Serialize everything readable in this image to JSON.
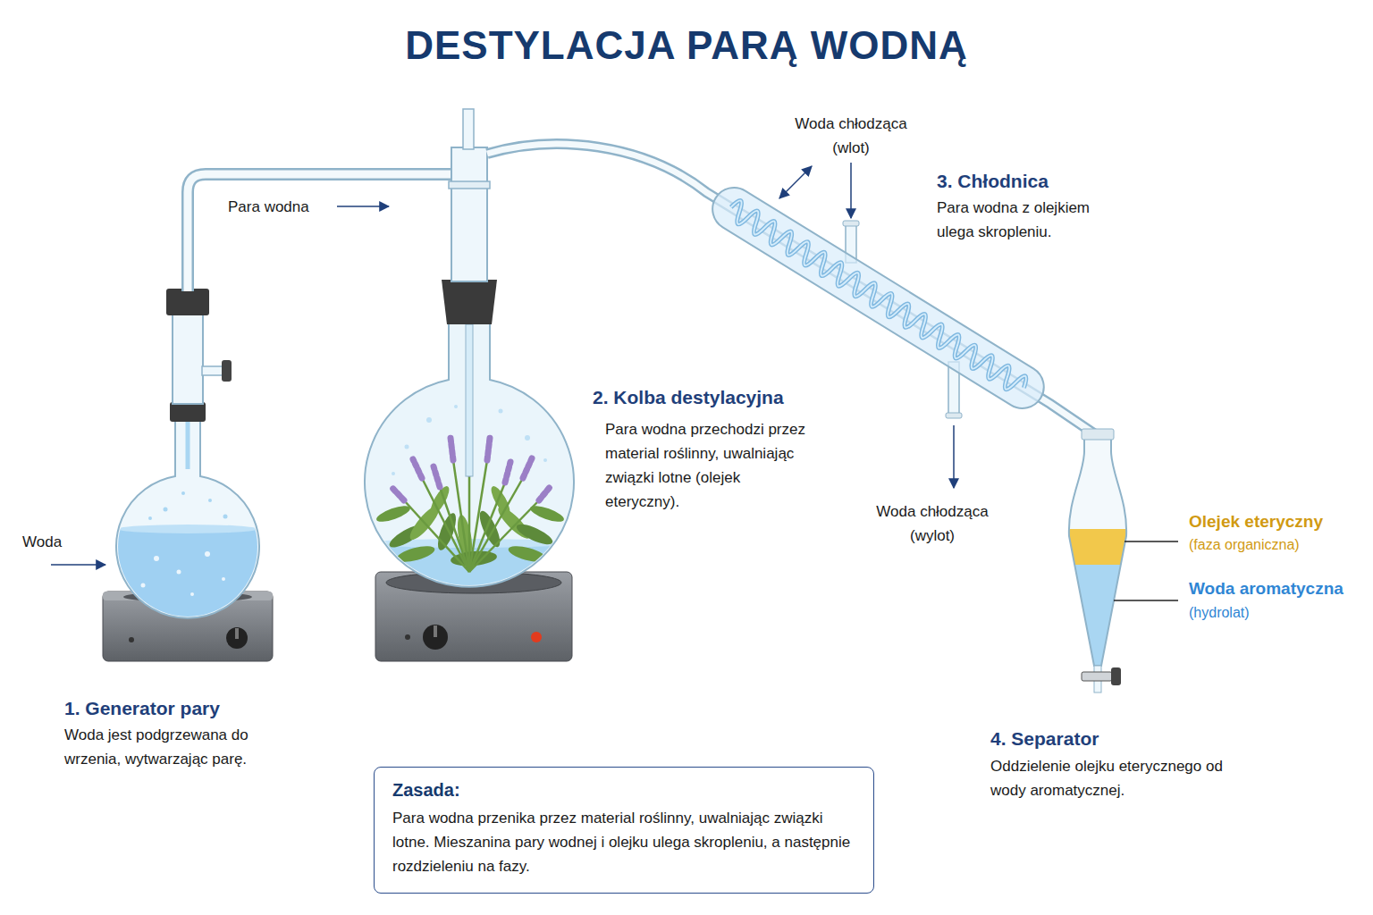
{
  "diagram": {
    "title": "DESTYLACJA PARĄ WODNĄ",
    "nodes": [
      {
        "text": [
          "Zasada:",
          "Para wodna przenika przez material roślinny, uwalniając związki lotne. Mieszanina pary wodnej i olejku ulega skropleniu, a następnie rozdzieleniu na fazy."
        ]
      }
    ],
    "labels": [
      "Para wodna",
      "Woda",
      "Woda chłodząca (wlot)",
      "3. Chłodnica",
      "Para wodna z olejkiem ulega skropleniu.",
      "2. Kolba destylacyjna",
      "Para wodna przechodzi przez material roślinny, uwalniając związki lotne (olejek eteryczny).",
      "Woda chłodząca (wylot)",
      "Olejek eteryczny",
      "(faza organiczna)",
      "Woda aromatyczna",
      "(hydrolat)",
      "1. Generator pary",
      "Woda jest podgrzewana do wrzenia, wytwarzając parę.",
      "4. Separator",
      "Oddzielenie olejku eterycznego od wody aromatycznej."
    ]
  }
}
